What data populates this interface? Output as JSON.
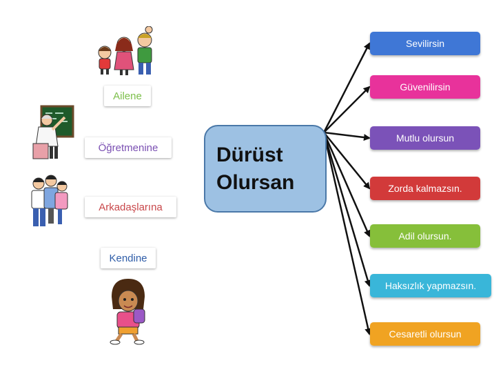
{
  "center": {
    "line1": "Dürüst",
    "line2": "Olursan"
  },
  "targets": [
    {
      "label": "Ailene",
      "color": "#7cbf4a",
      "icon": "family-icon"
    },
    {
      "label": "Öğretmenine",
      "color": "#7a4fb2",
      "icon": "teacher-icon"
    },
    {
      "label": "Arkadaşlarına",
      "color": "#c8474a",
      "icon": "friends-icon"
    },
    {
      "label": "Kendine",
      "color": "#2f5da8",
      "icon": "girl-icon"
    }
  ],
  "results": [
    {
      "label": "Sevilirsin",
      "color": "#3f77d6"
    },
    {
      "label": "Güvenilirsin",
      "color": "#e8329b"
    },
    {
      "label": "Mutlu olursun",
      "color": "#7b52b8"
    },
    {
      "label": "Zorda kalmazsın.",
      "color": "#d23a3a"
    },
    {
      "label": "Adil olursun.",
      "color": "#86bf3a"
    },
    {
      "label": "Haksızlık yapmazsın.",
      "color": "#39b6d9"
    },
    {
      "label": "Cesaretli olursun",
      "color": "#f0a322"
    }
  ]
}
